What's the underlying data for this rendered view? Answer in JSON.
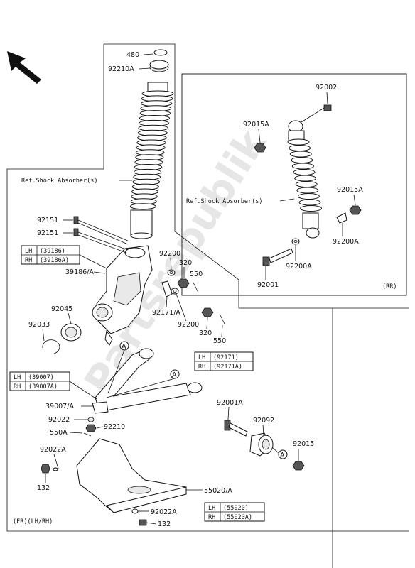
{
  "watermark": "Partsrepublik",
  "callouts": {
    "c480": "480",
    "c92210a": "92210A",
    "c92002": "92002",
    "c92015a_1": "92015A",
    "c92015a_2": "92015A",
    "c92200a_1": "92200A",
    "c92200a_2": "92200A",
    "c92001": "92001",
    "c92151_1": "92151",
    "c92151_2": "92151",
    "c39186a": "39186/A",
    "c92200_1": "92200",
    "c92200_2": "92200",
    "c320_1": "320",
    "c320_2": "320",
    "c550_1": "550",
    "c550_2": "550",
    "c92171a": "92171/A",
    "c92045": "92045",
    "c92033": "92033",
    "c39007a": "39007/A",
    "c92022": "92022",
    "c92210": "92210",
    "c550a": "550A",
    "c92022a_1": "92022A",
    "c92022a_2": "92022A",
    "c132_1": "132",
    "c132_2": "132",
    "c55020a": "55020/A",
    "c92001a": "92001A",
    "c92092": "92092",
    "c92015": "92015"
  },
  "refs": {
    "ref_main": "Ref.Shock Absorber(s)",
    "ref_rr": "Ref.Shock Absorber(s)",
    "rr": "(RR)",
    "fr": "(FR)(LH/RH)"
  },
  "markers": {
    "a1": "A",
    "a2": "A",
    "a3": "A"
  },
  "tables": {
    "t39186": {
      "r1c1": "LH",
      "r1c2": "(39186)",
      "r2c1": "RH",
      "r2c2": "(39186A)"
    },
    "t92171": {
      "r1c1": "LH",
      "r1c2": "(92171)",
      "r2c1": "RH",
      "r2c2": "(92171A)"
    },
    "t39007": {
      "r1c1": "LH",
      "r1c2": "(39007)",
      "r2c1": "RH",
      "r2c2": "(39007A)"
    },
    "t55020": {
      "r1c1": "LH",
      "r1c2": "(55020)",
      "r2c1": "RH",
      "r2c2": "(55020A)"
    }
  }
}
